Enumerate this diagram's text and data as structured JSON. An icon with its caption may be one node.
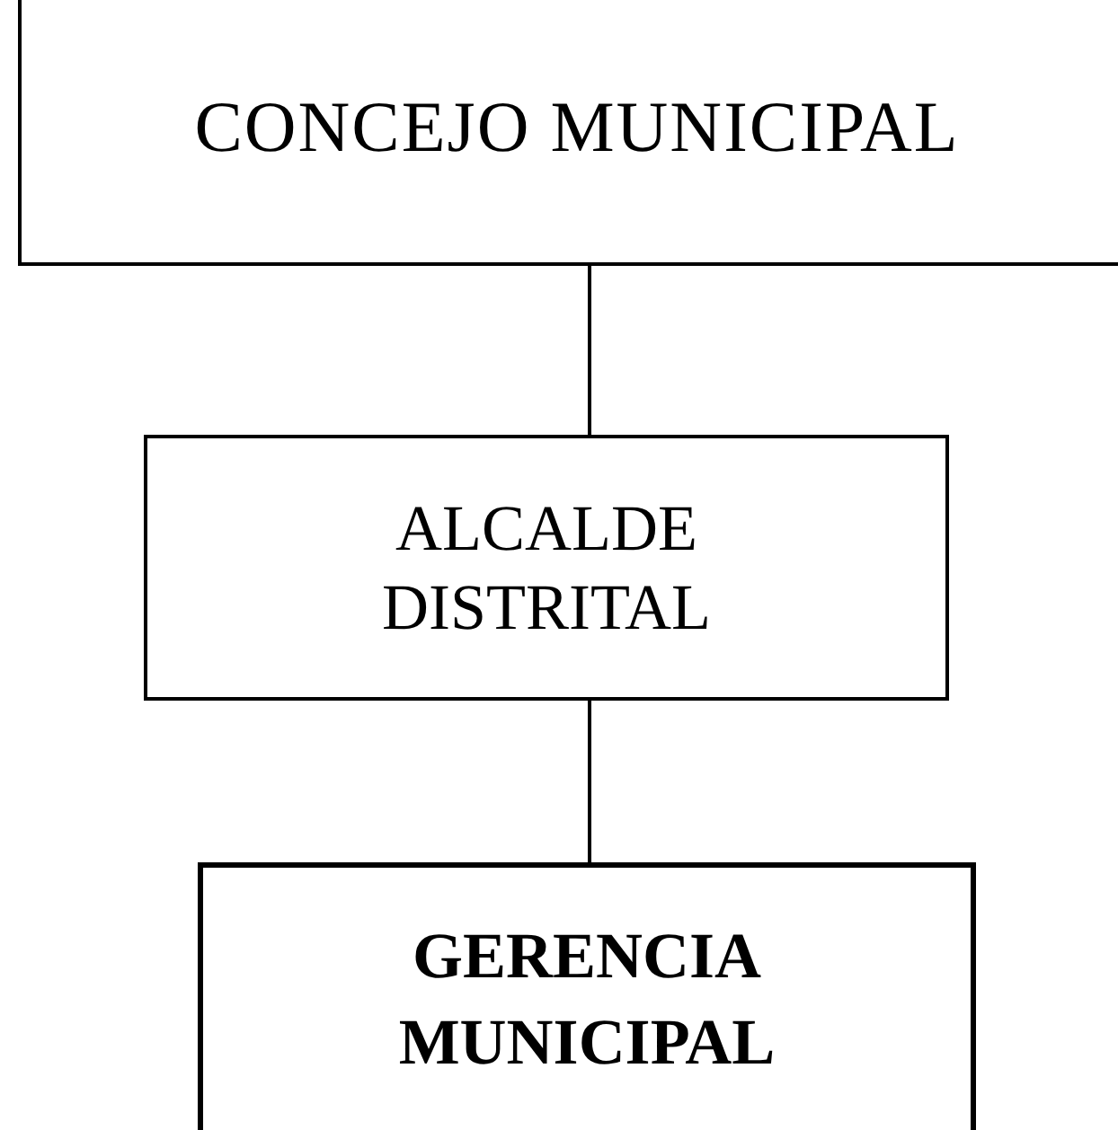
{
  "diagram": {
    "nodes": [
      {
        "text": [
          "CONCEJO MUNICIPAL"
        ]
      },
      {
        "text": [
          "ALCALDE DISTRITAL"
        ]
      },
      {
        "text": [
          "GERENCIA MUNICIPAL"
        ]
      }
    ],
    "edges": [
      {
        "from": 0,
        "to": 1,
        "arrow": "none"
      },
      {
        "from": 1,
        "to": 2,
        "arrow": "none"
      }
    ]
  }
}
